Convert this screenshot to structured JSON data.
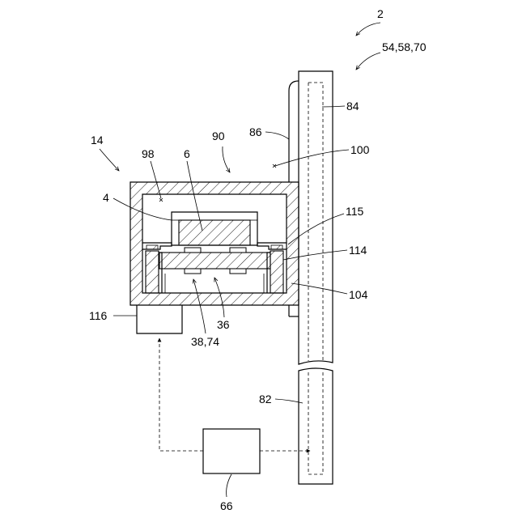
{
  "figure": {
    "labels": {
      "l2": "2",
      "l54": "54,58,70",
      "l84": "84",
      "l86": "86",
      "l90": "90",
      "l100": "100",
      "l14": "14",
      "l98": "98",
      "l6": "6",
      "l4": "4",
      "l115": "115",
      "l114": "114",
      "l104": "104",
      "l116": "116",
      "l36": "36",
      "l38": "38,74",
      "l82": "82",
      "l66": "66"
    }
  }
}
